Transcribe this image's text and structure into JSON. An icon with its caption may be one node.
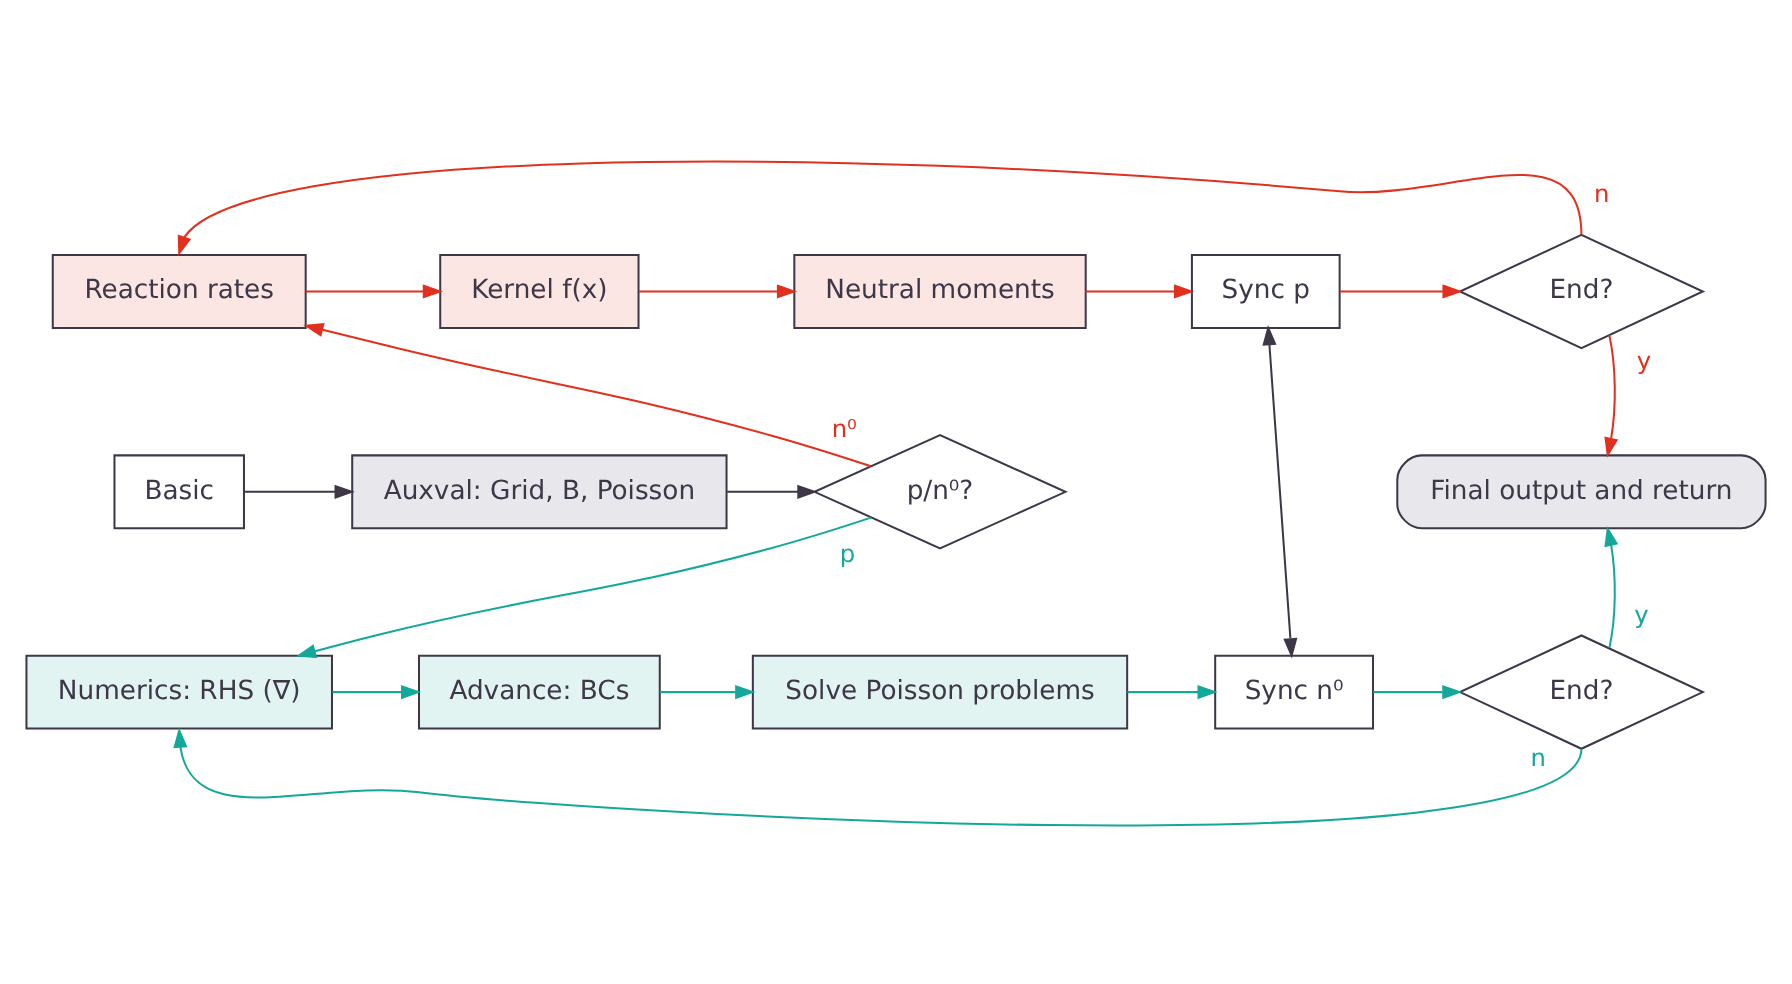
{
  "diagram": {
    "nodes": [
      {
        "text": [
          "Reaction rates"
        ]
      },
      {
        "text": [
          "Kernel f(x)"
        ]
      },
      {
        "text": [
          "Neutral moments"
        ]
      },
      {
        "text": [
          "Sync p"
        ]
      },
      {
        "text": [
          "End?"
        ]
      },
      {
        "text": [
          "Basic"
        ]
      },
      {
        "text": [
          "Auxval: Grid, B, Poisson"
        ]
      },
      {
        "text": [
          "p/n⁰?"
        ]
      },
      {
        "text": [
          "Final output and return"
        ]
      },
      {
        "text": [
          "Numerics: RHS (∇)"
        ]
      },
      {
        "text": [
          "Advance: BCs"
        ]
      },
      {
        "text": [
          "Solve Poisson problems"
        ]
      },
      {
        "text": [
          "Sync n⁰"
        ]
      },
      {
        "text": [
          "End?"
        ]
      }
    ],
    "edges": [
      {
        "from": 5,
        "to": 6,
        "arrow": "to",
        "color": "#3d3748"
      },
      {
        "from": 6,
        "to": 7,
        "arrow": "to",
        "color": "#3d3748"
      },
      {
        "from": 7,
        "to": 0,
        "arrow": "to",
        "label": "n⁰",
        "color": "#e0301e"
      },
      {
        "from": 7,
        "to": 9,
        "arrow": "to",
        "label": "p",
        "color": "#14a89a"
      },
      {
        "from": 0,
        "to": 1,
        "arrow": "to",
        "color": "#e0301e"
      },
      {
        "from": 1,
        "to": 2,
        "arrow": "to",
        "color": "#e0301e"
      },
      {
        "from": 2,
        "to": 3,
        "arrow": "to",
        "color": "#e0301e"
      },
      {
        "from": 3,
        "to": 4,
        "arrow": "to",
        "color": "#e0301e"
      },
      {
        "from": 4,
        "to": 0,
        "arrow": "to",
        "label": "n",
        "color": "#e0301e"
      },
      {
        "from": 4,
        "to": 8,
        "arrow": "to",
        "label": "y",
        "color": "#e0301e"
      },
      {
        "from": 3,
        "to": 12,
        "arrow": "both",
        "color": "#3d3748"
      },
      {
        "from": 9,
        "to": 10,
        "arrow": "to",
        "color": "#14a89a"
      },
      {
        "from": 10,
        "to": 11,
        "arrow": "to",
        "color": "#14a89a"
      },
      {
        "from": 11,
        "to": 12,
        "arrow": "to",
        "color": "#14a89a"
      },
      {
        "from": 12,
        "to": 13,
        "arrow": "to",
        "color": "#14a89a"
      },
      {
        "from": 13,
        "to": 8,
        "arrow": "to",
        "label": "y",
        "color": "#14a89a"
      },
      {
        "from": 13,
        "to": 9,
        "arrow": "to",
        "label": "n",
        "color": "#14a89a"
      }
    ]
  }
}
